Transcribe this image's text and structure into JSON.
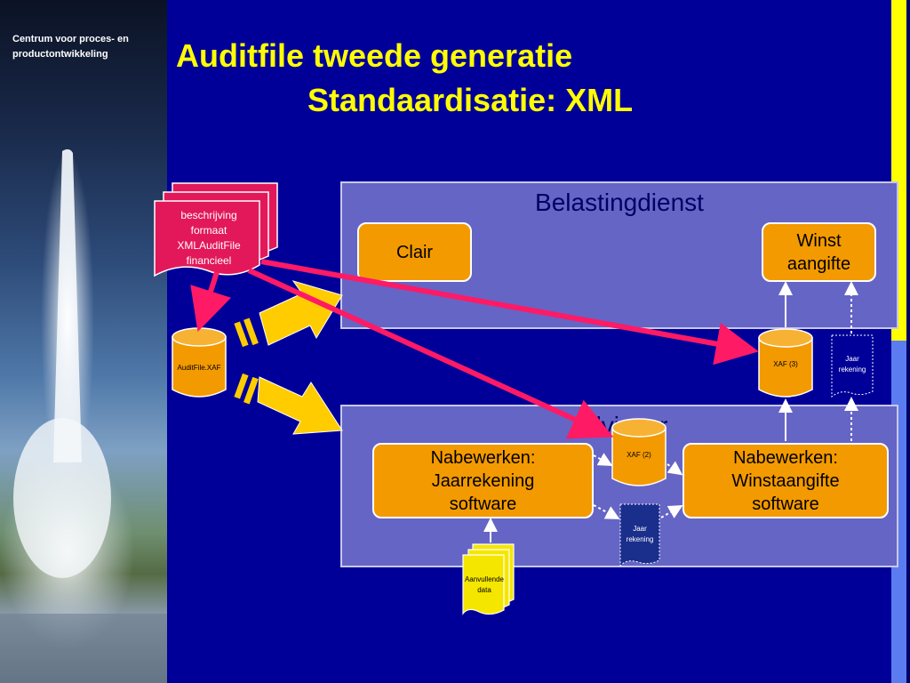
{
  "branding": {
    "organization": "Centrum voor proces- en productontwikkeling"
  },
  "title": {
    "line1": "Auditfile tweede generatie",
    "line2": "Standaardisatie: XML"
  },
  "belastingdienst": {
    "label": "Belastingdienst",
    "clair": "Clair",
    "winst": "Winst aangifte"
  },
  "adviseur": {
    "label": "Adviseur",
    "nabewerken_jaar": "Nabewerken: Jaarrekening software",
    "nabewerken_winst": "Nabewerken: Winstaangifte software"
  },
  "documents": {
    "spec": "beschrijving formaat XMLAuditFile financieel",
    "aanvullende": "Aanvullende data",
    "jaar_top": "Jaar rekening",
    "jaar_mid": "Jaar rekening"
  },
  "cylinders": {
    "auditfile": "AuditFile.XAF",
    "xaf3": "XAF (3)",
    "xaf2": "XAF (2)"
  },
  "colors": {
    "background": "#000099",
    "title": "#ffff00",
    "box": "#f39a00",
    "panel": "#6565c6",
    "arrow_red": "#ff1a66",
    "arrow_yellow": "#ffcc00",
    "accent_right": "#ffff00"
  }
}
